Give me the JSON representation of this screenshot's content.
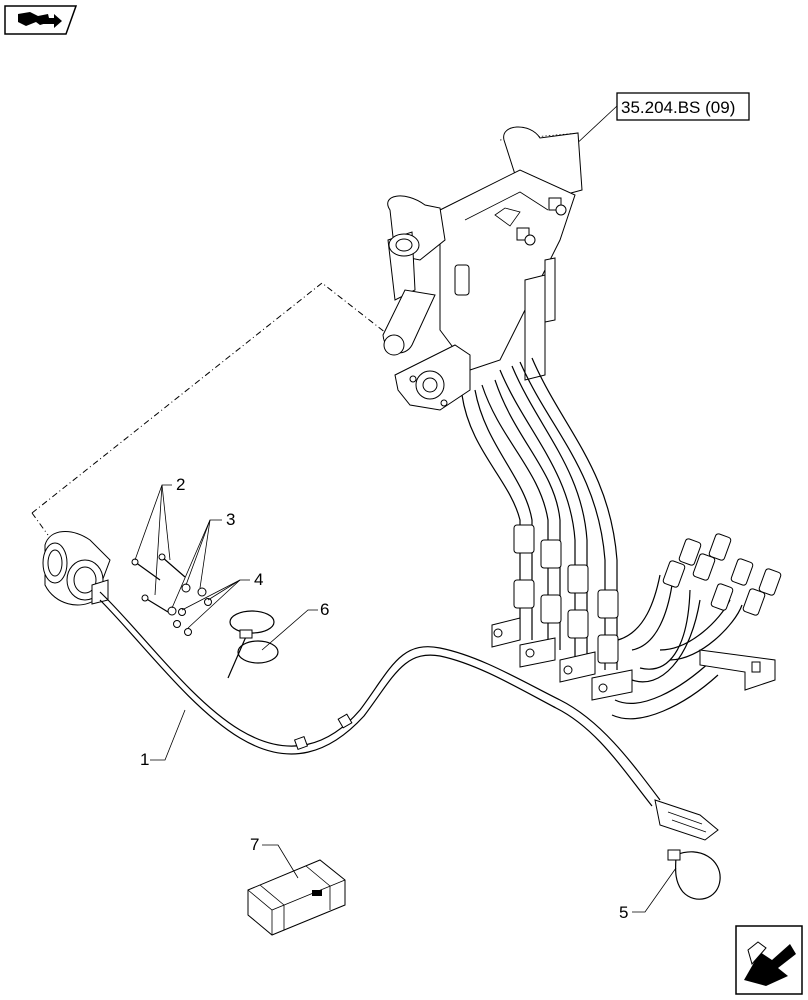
{
  "reference_box": {
    "label": "35.204.BS (09)"
  },
  "callouts": [
    {
      "id": "1",
      "label": "1"
    },
    {
      "id": "2",
      "label": "2"
    },
    {
      "id": "3",
      "label": "3"
    },
    {
      "id": "4",
      "label": "4"
    },
    {
      "id": "5",
      "label": "5"
    },
    {
      "id": "6",
      "label": "6"
    },
    {
      "id": "7",
      "label": "7"
    }
  ],
  "icons": {
    "top_left": "book-arrow-icon",
    "bottom_right": "next-page-arrow-icon"
  }
}
